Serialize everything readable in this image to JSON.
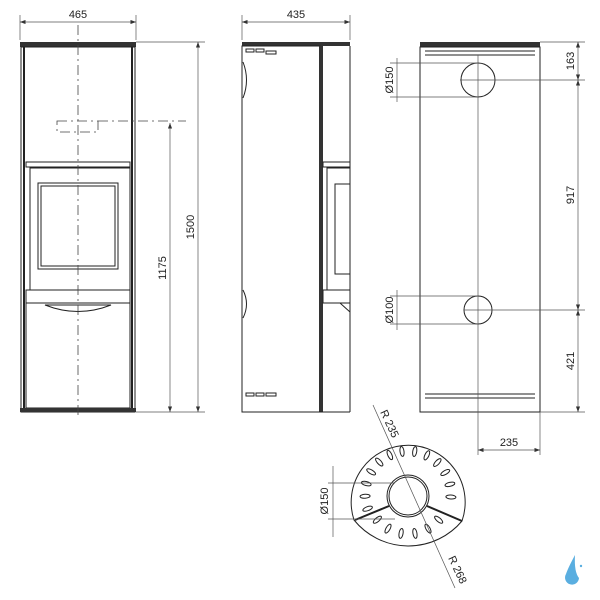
{
  "front_view": {
    "width_label": "465",
    "height_label": "1500",
    "flue_height_label": "1175"
  },
  "side_view": {
    "depth_label": "435"
  },
  "rear_view": {
    "top_outlet_diameter_label": "Ø150",
    "bottom_outlet_diameter_label": "Ø100",
    "top_offset_label": "163",
    "between_outlets_label": "917",
    "bottom_offset_label": "421",
    "center_offset_label": "235"
  },
  "top_view": {
    "radius_inner_label": "R 235",
    "radius_outer_label": "R 268",
    "outlet_diameter_label": "Ø150"
  },
  "colors": {
    "line": "#222222",
    "logo": "#5aaee0"
  }
}
